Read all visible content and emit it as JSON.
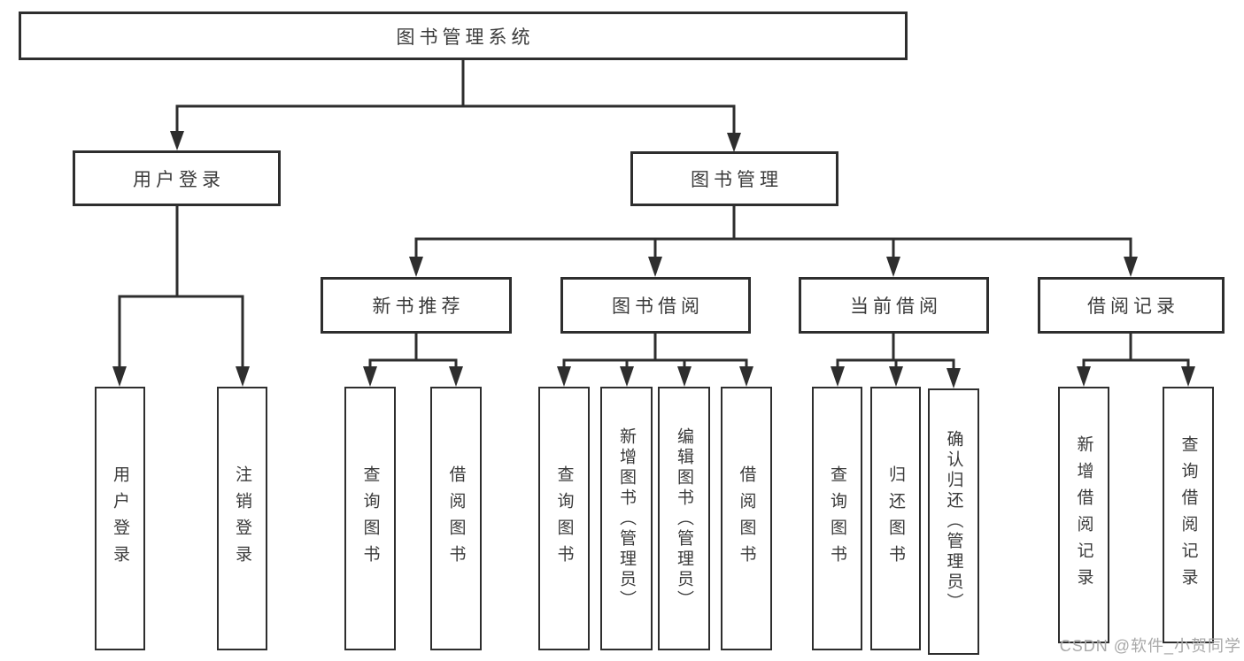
{
  "diagram": {
    "root": {
      "label": "图书管理系统",
      "children": [
        {
          "label": "用户登录",
          "children": [
            {
              "label": "用户登录"
            },
            {
              "label": "注销登录"
            }
          ]
        },
        {
          "label": "图书管理",
          "children": [
            {
              "label": "新书推荐",
              "children": [
                {
                  "label": "查询图书"
                },
                {
                  "label": "借阅图书"
                }
              ]
            },
            {
              "label": "图书借阅",
              "children": [
                {
                  "label": "查询图书"
                },
                {
                  "label": "新增图书（管理员）"
                },
                {
                  "label": "编辑图书（管理员）"
                },
                {
                  "label": "借阅图书"
                }
              ]
            },
            {
              "label": "当前借阅",
              "children": [
                {
                  "label": "查询图书"
                },
                {
                  "label": "归还图书"
                },
                {
                  "label": "确认归还（管理员）"
                }
              ]
            },
            {
              "label": "借阅记录",
              "children": [
                {
                  "label": "新增借阅记录"
                },
                {
                  "label": "查询借阅记录"
                }
              ]
            }
          ]
        }
      ]
    }
  },
  "watermark": "CSDN @软件_小贺同学",
  "colors": {
    "line": "#2e2e2e",
    "box_border": "#2e2e2e",
    "text": "#3b3b3b",
    "watermark": "#a8a8a8",
    "background": "#ffffff"
  }
}
